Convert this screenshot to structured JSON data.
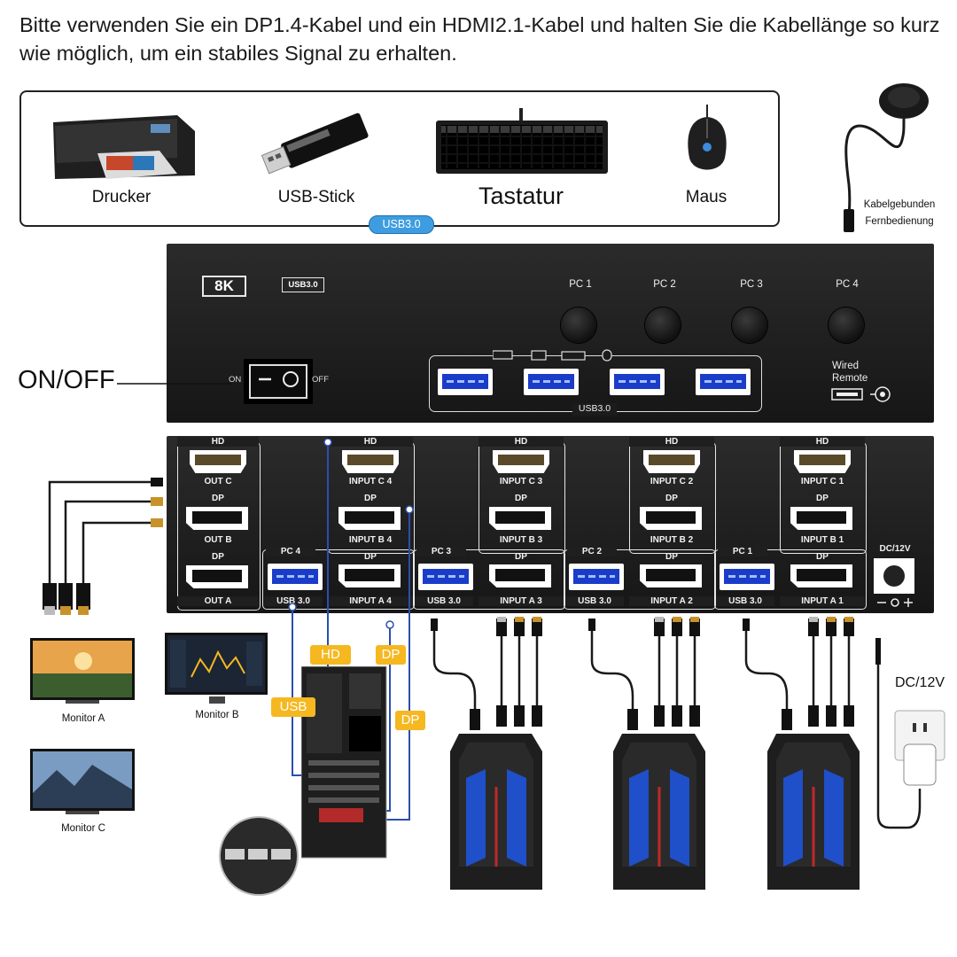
{
  "headline": "Bitte verwenden Sie ein DP1.4-Kabel und ein HDMI2.1-Kabel und halten Sie die Kabellänge so kurz wie möglich, um ein stabiles Signal zu erhalten.",
  "devices": [
    {
      "icon": "printer-icon",
      "label": "Drucker"
    },
    {
      "icon": "usb-stick-icon",
      "label": "USB-Stick"
    },
    {
      "icon": "keyboard-icon",
      "label": "Tastatur"
    },
    {
      "icon": "mouse-icon",
      "label": "Maus"
    }
  ],
  "usb_pill": "USB3.0",
  "remote_label": "Kabelgebunden Fernbedienung",
  "front_panel": {
    "badge_resolution": "8K",
    "badge_usb": "USB3.0",
    "pc_buttons": [
      "PC 1",
      "PC 2",
      "PC 3",
      "PC 4"
    ],
    "usb_label": "USB3.0",
    "wired_remote": "Wired Remote",
    "switch_on": "ON",
    "switch_off": "OFF"
  },
  "onoff_label": "ON/OFF",
  "back_panel": {
    "out_block": {
      "hd": "HD",
      "out_c": "OUT C",
      "dp1": "DP",
      "out_b": "OUT B",
      "dp2": "DP",
      "out_a": "OUT A"
    },
    "inputs": [
      {
        "hd": "HD",
        "in_c": "INPUT C 4",
        "dp1": "DP",
        "in_b": "INPUT B 4",
        "dp2": "DP",
        "in_a": "INPUT A 4",
        "pc": "PC 4",
        "usb": "USB 3.0"
      },
      {
        "hd": "HD",
        "in_c": "INPUT C 3",
        "dp1": "DP",
        "in_b": "INPUT B 3",
        "dp2": "DP",
        "in_a": "INPUT A 3",
        "pc": "PC 3",
        "usb": "USB 3.0"
      },
      {
        "hd": "HD",
        "in_c": "INPUT C 2",
        "dp1": "DP",
        "in_b": "INPUT B 2",
        "dp2": "DP",
        "in_a": "INPUT A 2",
        "pc": "PC 2",
        "usb": "USB 3.0"
      },
      {
        "hd": "HD",
        "in_c": "INPUT C 1",
        "dp1": "DP",
        "in_b": "INPUT B 1",
        "dp2": "DP",
        "in_a": "INPUT A 1",
        "pc": "PC 1",
        "usb": "USB 3.0"
      }
    ],
    "dc_label": "DC/12V"
  },
  "monitors": [
    "Monitor A",
    "Monitor B",
    "Monitor C"
  ],
  "cable_tags": {
    "hd": "HD",
    "dp_top": "DP",
    "usb": "USB",
    "dp_side": "DP"
  },
  "dc_power_label": "DC/12V",
  "colors": {
    "accent_blue": "#3d9de0",
    "tag_yellow": "#f5b820",
    "unit_black": "#1c1c1c",
    "port_blue": "#1b3cc8"
  }
}
